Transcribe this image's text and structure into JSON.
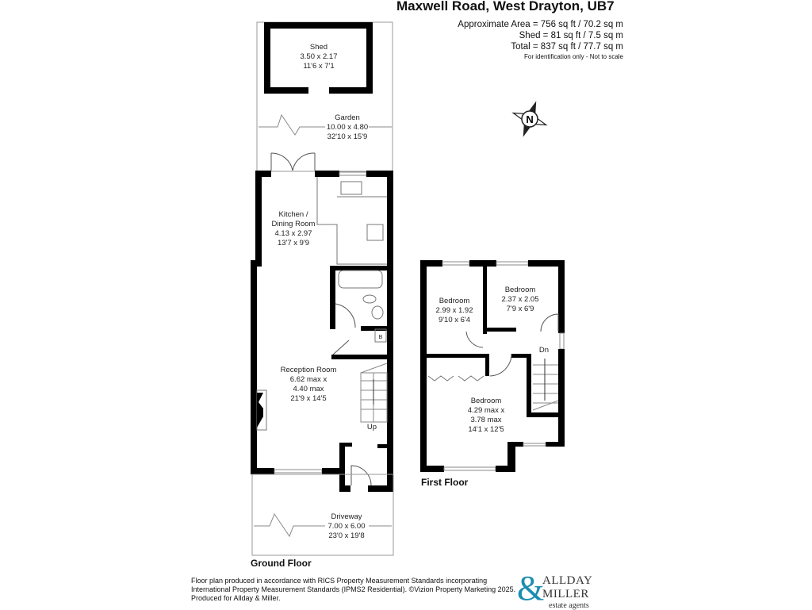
{
  "header": {
    "title": "Maxwell Road, West Drayton, UB7",
    "approx_area": "Approximate Area = 756 sq ft / 70.2 sq m",
    "shed_area": "Shed = 81 sq ft / 7.5 sq m",
    "total_area": "Total = 837 sq ft / 77.7 sq m",
    "note": "For identification only - Not to scale"
  },
  "compass": {
    "label": "N",
    "icon": "compass-north-icon"
  },
  "ground_floor": {
    "label": "Ground Floor",
    "rooms": [
      {
        "name": "Shed",
        "metric": "3.50 x 2.17",
        "imperial": "11'6 x 7'1"
      },
      {
        "name": "Garden",
        "metric": "10.00 x 4.80",
        "imperial": "32'10 x 15'9"
      },
      {
        "name": "Kitchen /",
        "name2": "Dining Room",
        "metric": "4.13 x 2.97",
        "imperial": "13'7 x 9'9"
      },
      {
        "name": "Reception Room",
        "metric": "6.62 max x",
        "metric2": "4.40 max",
        "imperial": "21'9 x 14'5"
      },
      {
        "name": "Driveway",
        "metric": "7.00 x 6.00",
        "imperial": "23'0 x 19'8"
      }
    ],
    "stairs_label": "Up",
    "boiler_label": "B"
  },
  "first_floor": {
    "label": "First Floor",
    "rooms": [
      {
        "name": "Bedroom",
        "metric": "2.99 x 1.92",
        "imperial": "9'10 x 6'4"
      },
      {
        "name": "Bedroom",
        "metric": "2.37 x 2.05",
        "imperial": "7'9 x 6'9"
      },
      {
        "name": "Bedroom",
        "metric": "4.29 max x",
        "metric2": "3.78 max",
        "imperial": "14'1 x 12'5"
      }
    ],
    "stairs_label": "Dn"
  },
  "footer": {
    "line1": "Floor plan produced in accordance with RICS Property Measurement Standards incorporating",
    "line2": "International Property Measurement Standards (IPMS2 Residential). ©Vizion Property Marketing 2025.",
    "line3": "Produced for Allday & Miller."
  },
  "logo": {
    "amp": "&",
    "line1": "ALLDAY",
    "line2": "MILLER",
    "line3": "estate agents",
    "accent": "#1b8db1"
  }
}
